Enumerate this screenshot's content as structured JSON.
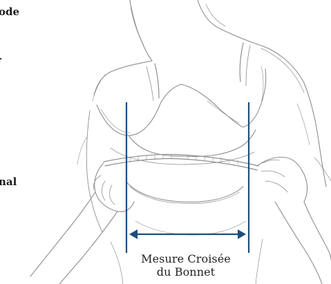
{
  "side_text": {
    "line1": "ode",
    "line2": "-",
    "line3": "nal"
  },
  "caption": {
    "line1": "Mesure Croisée",
    "line2": "du Bonnet"
  },
  "colors": {
    "measure_line": "#1d4e7e",
    "sketch": "#8a8a8a",
    "text": "#1b1b1b"
  }
}
